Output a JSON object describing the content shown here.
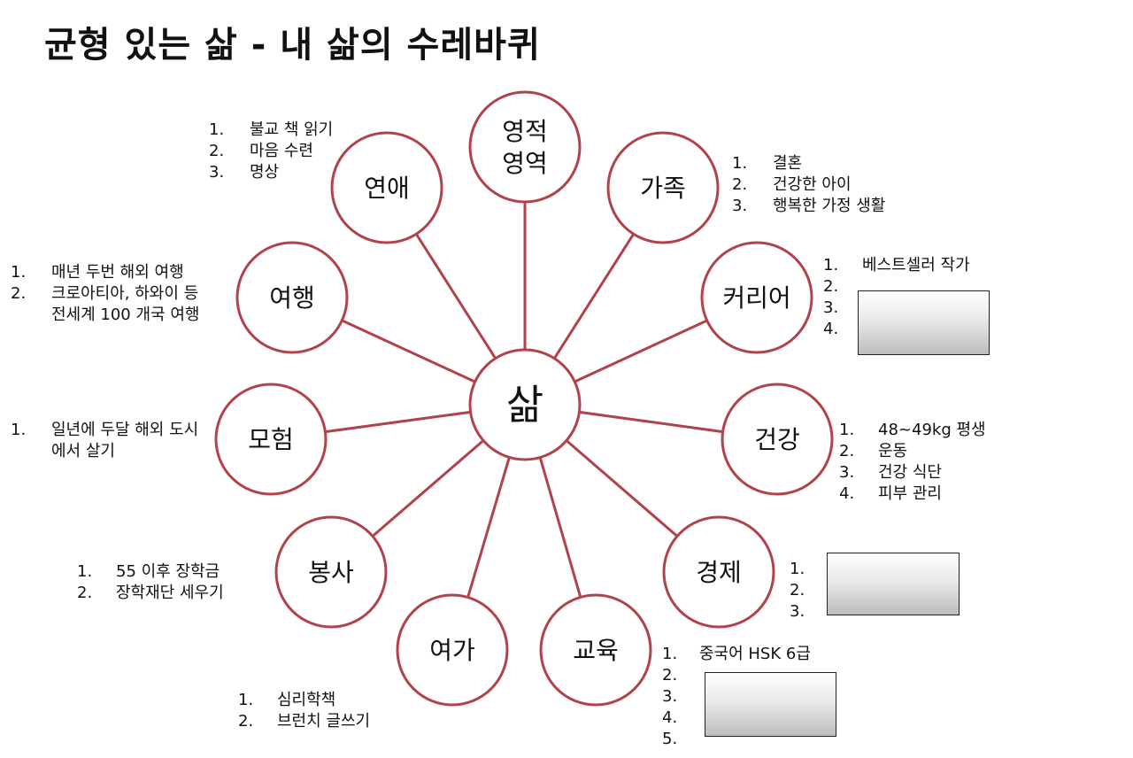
{
  "title": "균형 있는 삶 - 내 삶의 수레바퀴",
  "center": {
    "label": "삶"
  },
  "areas": [
    {
      "label": "영적\n영역"
    },
    {
      "label": "가족"
    },
    {
      "label": "커리어"
    },
    {
      "label": "건강"
    },
    {
      "label": "경제"
    },
    {
      "label": "교육"
    },
    {
      "label": "여가"
    },
    {
      "label": "봉사"
    },
    {
      "label": "모험"
    },
    {
      "label": "여행"
    },
    {
      "label": "연애"
    }
  ],
  "lists": {
    "spiritual": [
      "1.",
      "불교 책 읽기",
      "2.",
      "마음 수련",
      "3.",
      "명상"
    ],
    "family": [
      "1.",
      "결혼",
      "2.",
      "건강한 아이",
      "3.",
      "행복한 가정 생활"
    ],
    "career": [
      "1.",
      "베스트셀러 작가",
      "2.",
      "",
      "3.",
      "",
      "4.",
      ""
    ],
    "travel": [
      "1.",
      "매년 두번 해외 여행",
      "2.",
      "크로아티아, 하와이 등\n전세계 100 개국 여행"
    ],
    "adventure": [
      "1.",
      "일년에 두달 해외 도시\n에서 살기"
    ],
    "health": [
      "1.",
      "48~49kg 평생",
      "2.",
      "운동",
      "3.",
      "건강 식단",
      "4.",
      "피부 관리"
    ],
    "economy": [
      "1.",
      "",
      "2.",
      "",
      "3.",
      ""
    ],
    "service": [
      "1.",
      "55 이후 장학금",
      "2.",
      "장학재단 세우기"
    ],
    "education": [
      "1.",
      "중국어 HSK 6급",
      "2.",
      "",
      "3.",
      "",
      "4.",
      "",
      "5.",
      ""
    ],
    "leisure": [
      "1.",
      "심리학책",
      "2.",
      "브런치 글쓰기"
    ]
  },
  "colors": {
    "circle_stroke": "#b0424a",
    "spoke": "#b0424a",
    "text": "#111111"
  }
}
